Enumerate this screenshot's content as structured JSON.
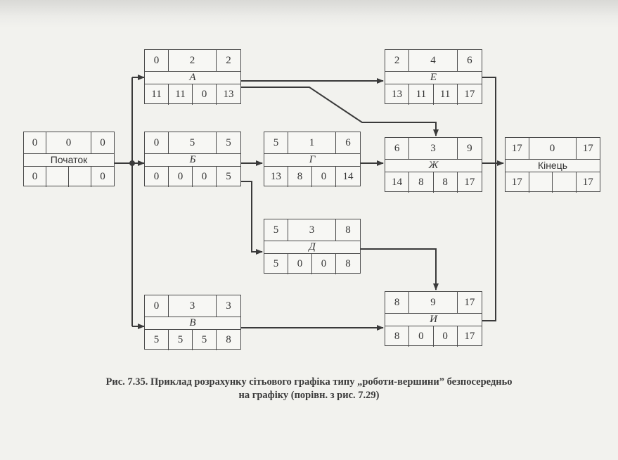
{
  "nodes": {
    "start": {
      "es": "0",
      "dur": "0",
      "ef": "0",
      "name": "Початок",
      "ls": "0",
      "r1": "",
      "r2": "",
      "lf": "0"
    },
    "a": {
      "es": "0",
      "dur": "2",
      "ef": "2",
      "name": "А",
      "ls": "11",
      "r1": "11",
      "r2": "0",
      "lf": "13"
    },
    "b": {
      "es": "0",
      "dur": "5",
      "ef": "5",
      "name": "Б",
      "ls": "0",
      "r1": "0",
      "r2": "0",
      "lf": "5"
    },
    "v": {
      "es": "0",
      "dur": "3",
      "ef": "3",
      "name": "В",
      "ls": "5",
      "r1": "5",
      "r2": "5",
      "lf": "8"
    },
    "g": {
      "es": "5",
      "dur": "1",
      "ef": "6",
      "name": "Г",
      "ls": "13",
      "r1": "8",
      "r2": "0",
      "lf": "14"
    },
    "d": {
      "es": "5",
      "dur": "3",
      "ef": "8",
      "name": "Д",
      "ls": "5",
      "r1": "0",
      "r2": "0",
      "lf": "8"
    },
    "e": {
      "es": "2",
      "dur": "4",
      "ef": "6",
      "name": "Е",
      "ls": "13",
      "r1": "11",
      "r2": "11",
      "lf": "17"
    },
    "zh": {
      "es": "6",
      "dur": "3",
      "ef": "9",
      "name": "Ж",
      "ls": "14",
      "r1": "8",
      "r2": "8",
      "lf": "17"
    },
    "i": {
      "es": "8",
      "dur": "9",
      "ef": "17",
      "name": "И",
      "ls": "8",
      "r1": "0",
      "r2": "0",
      "lf": "17"
    },
    "end": {
      "es": "17",
      "dur": "0",
      "ef": "17",
      "name": "Кінець",
      "ls": "17",
      "r1": "",
      "r2": "",
      "lf": "17"
    }
  },
  "caption": {
    "line1": "Рис. 7.35. Приклад розрахунку сітьового графіка типу „роботи-вершини” безпосередньо",
    "line2": "на графіку (порівн. з рис. 7.29)"
  }
}
